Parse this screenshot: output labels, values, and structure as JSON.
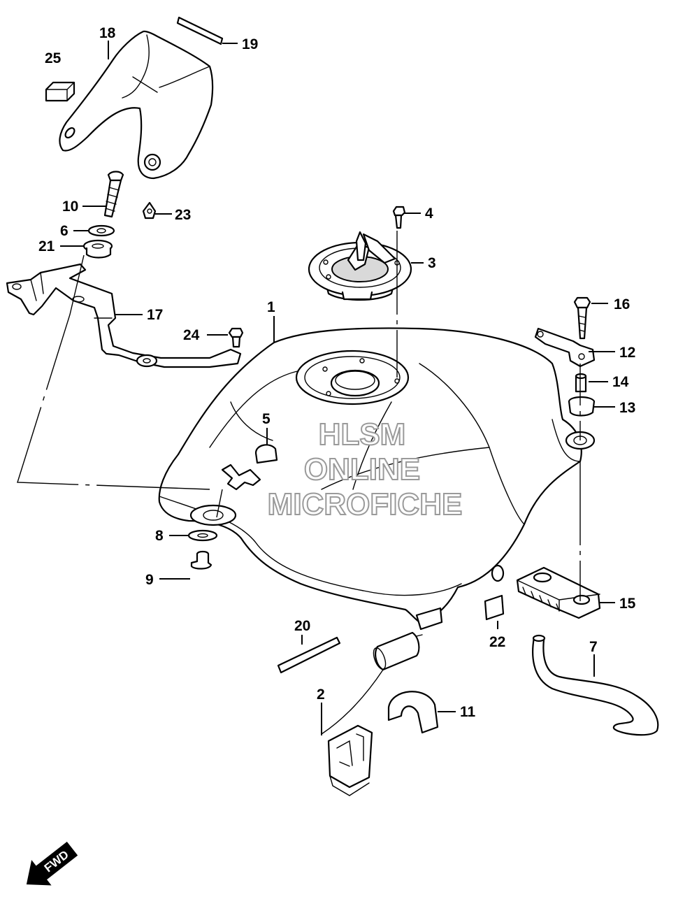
{
  "callouts": [
    "1",
    "2",
    "3",
    "4",
    "5",
    "6",
    "7",
    "8",
    "9",
    "10",
    "11",
    "12",
    "13",
    "14",
    "15",
    "16",
    "17",
    "18",
    "19",
    "20",
    "21",
    "22",
    "23",
    "24",
    "25"
  ],
  "watermark": {
    "line1": "HLSM",
    "line2": "ONLINE",
    "line3": "MICROFICHE",
    "stroke_color": "#9a9a9a"
  },
  "direction_label": "FWD",
  "colors": {
    "line": "#000000",
    "background": "#ffffff",
    "shade": "#d9d9d9"
  }
}
